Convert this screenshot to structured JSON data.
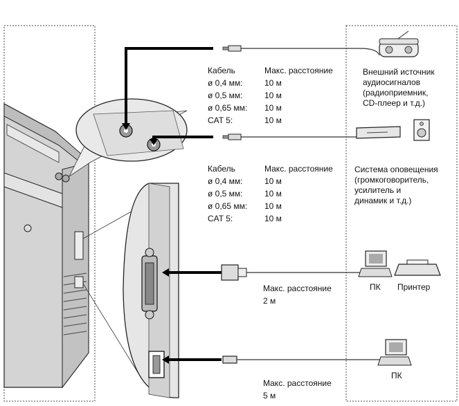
{
  "audio_input": {
    "table_header": {
      "col_cable": "Кабель",
      "col_distance": "Макс. расстояние"
    },
    "rows": [
      {
        "cable": "ø 0,4 мм:",
        "distance": "10 м"
      },
      {
        "cable": "ø 0,5 мм:",
        "distance": "10 м"
      },
      {
        "cable": "ø 0,65 мм:",
        "distance": "10 м"
      },
      {
        "cable": "CAT 5:",
        "distance": "10 м"
      }
    ],
    "device_label": "Внешний источник\nаудиосигналов\n(радиоприемник,\nCD-плеер и т.д.)"
  },
  "paging_output": {
    "table_header": {
      "col_cable": "Кабель",
      "col_distance": "Макс. расстояние"
    },
    "rows": [
      {
        "cable": "ø 0,4 мм:",
        "distance": "10 м"
      },
      {
        "cable": "ø 0,5 мм:",
        "distance": "10 м"
      },
      {
        "cable": "ø 0,65 мм:",
        "distance": "10 м"
      },
      {
        "cable": "CAT 5:",
        "distance": "10 м"
      }
    ],
    "device_label": "Система оповещения\n(громкоговоритель,\nусилитель и\nдинамик и т.д.)"
  },
  "serial_port": {
    "distance_label": "Макс. расстояние",
    "distance_value": "2 м",
    "pc_label": "ПК",
    "printer_label": "Принтер"
  },
  "usb_port": {
    "distance_label": "Макс. расстояние",
    "distance_value": "5 м",
    "pc_label": "ПК"
  }
}
